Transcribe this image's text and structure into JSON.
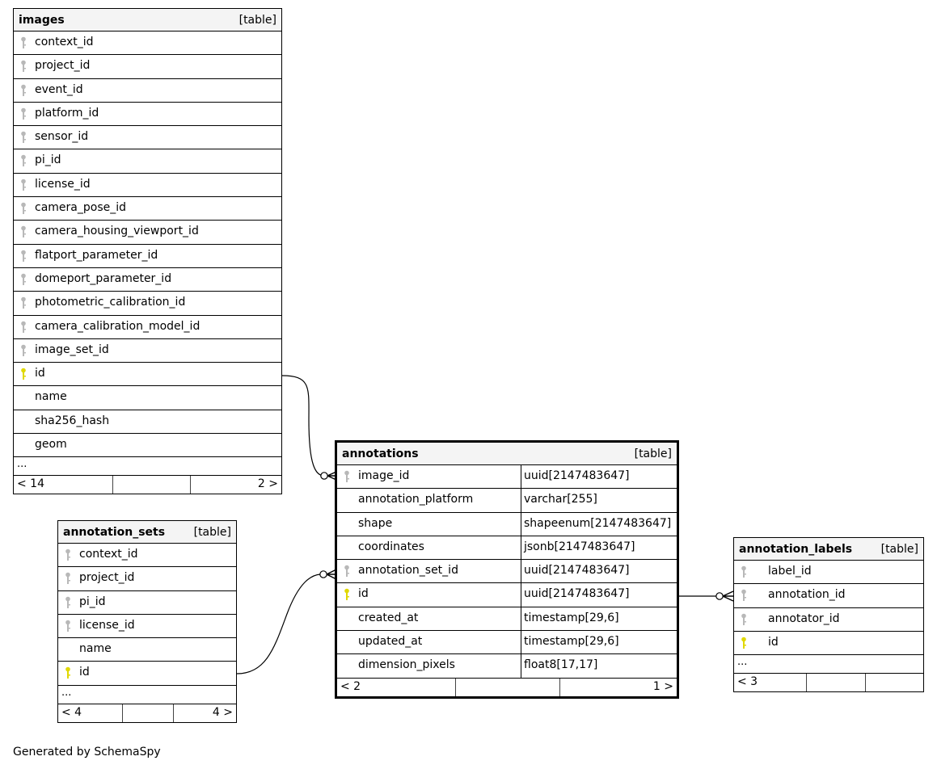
{
  "tables": {
    "images": {
      "name": "images",
      "type_label": "[table]",
      "columns": [
        {
          "name": "context_id",
          "key": "foreign"
        },
        {
          "name": "project_id",
          "key": "foreign"
        },
        {
          "name": "event_id",
          "key": "foreign"
        },
        {
          "name": "platform_id",
          "key": "foreign"
        },
        {
          "name": "sensor_id",
          "key": "foreign"
        },
        {
          "name": "pi_id",
          "key": "foreign"
        },
        {
          "name": "license_id",
          "key": "foreign"
        },
        {
          "name": "camera_pose_id",
          "key": "foreign"
        },
        {
          "name": "camera_housing_viewport_id",
          "key": "foreign"
        },
        {
          "name": "flatport_parameter_id",
          "key": "foreign"
        },
        {
          "name": "domeport_parameter_id",
          "key": "foreign"
        },
        {
          "name": "photometric_calibration_id",
          "key": "foreign"
        },
        {
          "name": "camera_calibration_model_id",
          "key": "foreign"
        },
        {
          "name": "image_set_id",
          "key": "foreign"
        },
        {
          "name": "id",
          "key": "primary"
        },
        {
          "name": "name",
          "key": "none"
        },
        {
          "name": "sha256_hash",
          "key": "none"
        },
        {
          "name": "geom",
          "key": "none"
        }
      ],
      "more": "...",
      "parents": "< 14",
      "children": "2 >"
    },
    "annotations": {
      "name": "annotations",
      "type_label": "[table]",
      "columns": [
        {
          "name": "image_id",
          "type": "uuid[2147483647]",
          "key": "foreign"
        },
        {
          "name": "annotation_platform",
          "type": "varchar[255]",
          "key": "none"
        },
        {
          "name": "shape",
          "type": "shapeenum[2147483647]",
          "key": "none"
        },
        {
          "name": "coordinates",
          "type": "jsonb[2147483647]",
          "key": "none"
        },
        {
          "name": "annotation_set_id",
          "type": "uuid[2147483647]",
          "key": "foreign"
        },
        {
          "name": "id",
          "type": "uuid[2147483647]",
          "key": "primary"
        },
        {
          "name": "created_at",
          "type": "timestamp[29,6]",
          "key": "none"
        },
        {
          "name": "updated_at",
          "type": "timestamp[29,6]",
          "key": "none"
        },
        {
          "name": "dimension_pixels",
          "type": "float8[17,17]",
          "key": "none"
        }
      ],
      "parents": "< 2",
      "children": "1 >"
    },
    "annotation_sets": {
      "name": "annotation_sets",
      "type_label": "[table]",
      "columns": [
        {
          "name": "context_id",
          "key": "foreign"
        },
        {
          "name": "project_id",
          "key": "foreign"
        },
        {
          "name": "pi_id",
          "key": "foreign"
        },
        {
          "name": "license_id",
          "key": "foreign"
        },
        {
          "name": "name",
          "key": "none"
        },
        {
          "name": "id",
          "key": "primary"
        }
      ],
      "more": "...",
      "parents": "< 4",
      "children": "4 >"
    },
    "annotation_labels": {
      "name": "annotation_labels",
      "type_label": "[table]",
      "columns": [
        {
          "name": "label_id",
          "key": "foreign"
        },
        {
          "name": "annotation_id",
          "key": "foreign"
        },
        {
          "name": "annotator_id",
          "key": "foreign"
        },
        {
          "name": "id",
          "key": "primary"
        }
      ],
      "more": "...",
      "parents": "< 3",
      "children": ""
    }
  },
  "relationships": [
    {
      "from": "images.id",
      "to": "annotations.image_id",
      "cardinality": "zero-or-many"
    },
    {
      "from": "annotation_sets.id",
      "to": "annotations.annotation_set_id",
      "cardinality": "zero-or-many"
    },
    {
      "from": "annotations.id",
      "to": "annotation_labels.annotation_id",
      "cardinality": "zero-or-many"
    }
  ],
  "colors": {
    "primary_key": "#e0d800",
    "foreign_key": "#b8b8b8",
    "header_bg": "#f4f4f4",
    "border": "#000000"
  },
  "footer": "Generated by SchemaSpy"
}
